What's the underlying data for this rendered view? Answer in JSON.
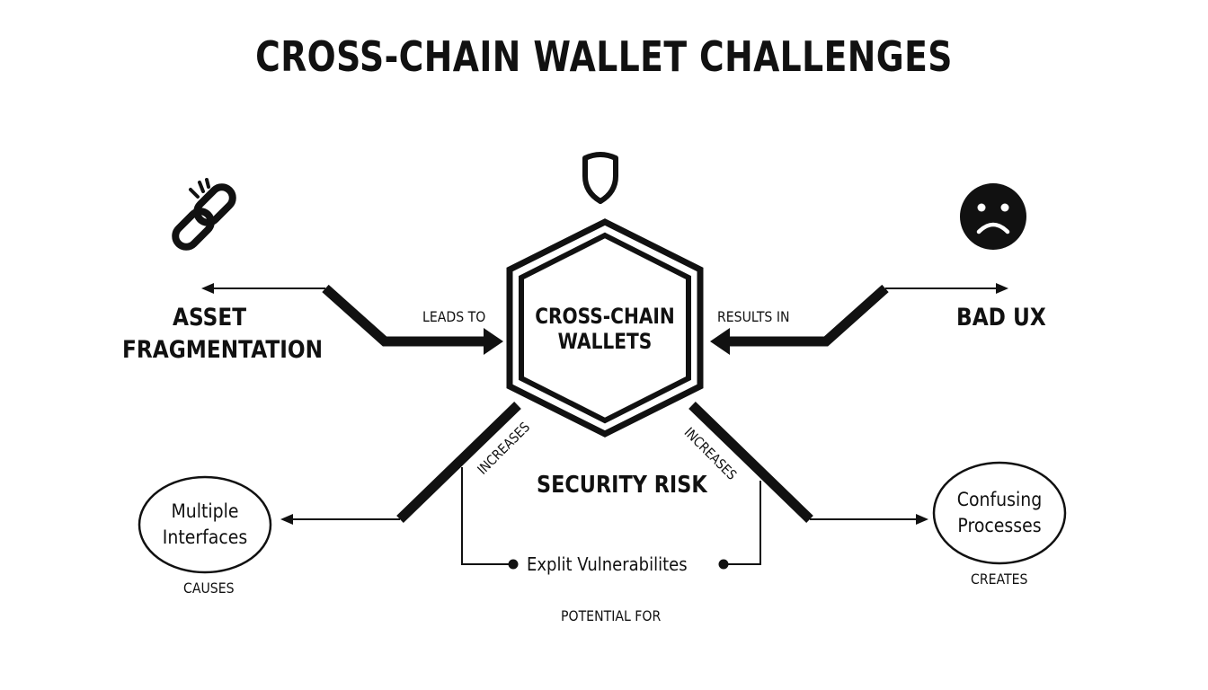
{
  "title": "CROSS-CHAIN WALLET CHALLENGES",
  "center": {
    "label_line1": "CROSS-CHAIN",
    "label_line2": "WALLETS",
    "icon": "shield-icon"
  },
  "left_node": {
    "label_line1": "ASSET",
    "label_line2": "FRAGMENTATION",
    "icon": "broken-chain-icon",
    "edge_label": "LEADS TO"
  },
  "right_node": {
    "label": "BAD UX",
    "icon": "sad-face-icon",
    "edge_label": "RESULTS IN"
  },
  "security": {
    "label": "SECURITY RISK",
    "edge_label_left": "INCREASES",
    "edge_label_right": "INCREASES"
  },
  "bottom_left": {
    "label_line1": "Multiple",
    "label_line2": "Interfaces",
    "caption": "CAUSES"
  },
  "bottom_right": {
    "label_line1": "Confusing",
    "label_line2": "Processes",
    "caption": "CREATES"
  },
  "exploit": {
    "label": "Explit Vulnerabilites",
    "caption": "POTENTIAL FOR"
  },
  "colors": {
    "ink": "#111111",
    "background": "#ffffff"
  }
}
